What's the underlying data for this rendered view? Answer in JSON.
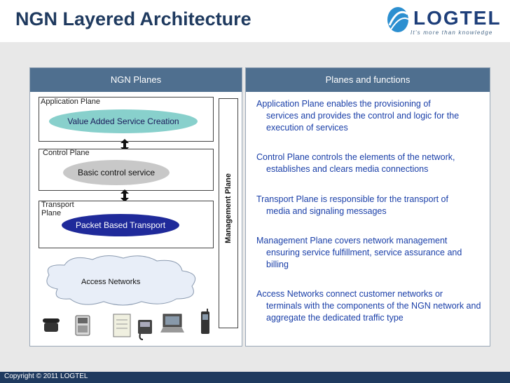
{
  "header": {
    "title": "NGN Layered Architecture",
    "logo_text": "LOGTEL",
    "logo_tagline": "It's more than knowledge"
  },
  "left_panel": {
    "header": "NGN Planes",
    "application_plane_label": "Application Plane",
    "application_service": "Value Added Service Creation",
    "control_plane_label": "Control Plane",
    "control_service": "Basic control service",
    "transport_plane_label": "Transport Plane",
    "transport_service": "Packet Based Transport",
    "management_plane_label": "Management Plane",
    "access_networks_label": "Access Networks"
  },
  "right_panel": {
    "header": "Planes and functions",
    "functions": [
      {
        "first": "Application Plane enables the provisioning of",
        "rest": "services and provides the control and logic for the execution of services"
      },
      {
        "first": "Control Plane controls the elements of the network,",
        "rest": "establishes and clears media connections"
      },
      {
        "first": "Transport Plane is responsible for the transport of",
        "rest": "media and signaling messages"
      },
      {
        "first": "Management Plane covers network management",
        "rest": "ensuring service fulfillment, service assurance and billing"
      },
      {
        "first": "Access Networks connect customer networks or",
        "rest": "terminals with the components of the NGN network and aggregate the dedicated traffic type"
      }
    ]
  },
  "footer": {
    "copyright": "Copyright © 2011 LOGTEL"
  },
  "colors": {
    "title": "#1f3a5f",
    "header_bar": "#4f6f8f",
    "function_text": "#1a3fa8",
    "application_ellipse": "#88d0cc",
    "control_ellipse": "#c8c8c8",
    "transport_ellipse": "#1f2a9a"
  }
}
